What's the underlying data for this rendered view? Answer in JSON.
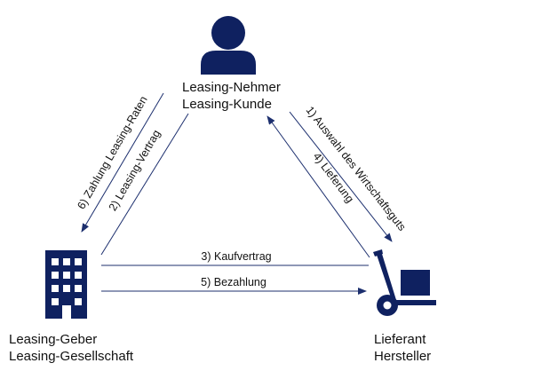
{
  "colors": {
    "primary": "#0f2160",
    "line": "#1c2f6e"
  },
  "nodes": {
    "nehmer": {
      "icon": "person-icon",
      "line1": "Leasing-Nehmer",
      "line2": "Leasing-Kunde"
    },
    "geber": {
      "icon": "office-building-icon",
      "line1": "Leasing-Geber",
      "line2": "Leasing-Gesellschaft"
    },
    "lieferant": {
      "icon": "hand-truck-icon",
      "line1": "Lieferant",
      "line2": "Hersteller"
    }
  },
  "edges": {
    "auswahl": "1) Auswahl des Wirtschaftsguts",
    "vertrag": "2) Leasing-Vertrag",
    "kaufvertrag": "3) Kaufvertrag",
    "lieferung": "4) Lieferung",
    "bezahlung": "5) Bezahlung",
    "zahlung_raten": "6) Zahlung Leasing-Raten"
  }
}
